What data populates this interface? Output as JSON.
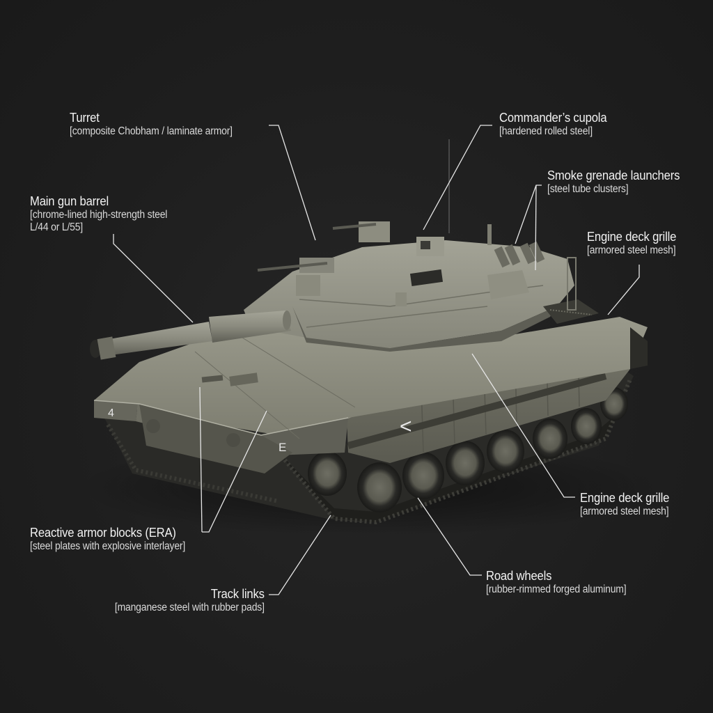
{
  "diagram": {
    "subject": "Main battle tank (Merkava-style) annotated with component materials",
    "background_color": "#1f1f1f",
    "label_color": "#f2f2f2",
    "leader_line_color": "#e6e6e6",
    "hull_color": "#7b7b6e",
    "hull_markings": {
      "left_front_plate": "4",
      "right_front_plate": "E",
      "side_skirt_chevron": "<"
    }
  },
  "callouts": [
    {
      "id": "turret",
      "title": "Turret",
      "sub": "[composite Chobham / laminate armor]"
    },
    {
      "id": "main-gun-barrel",
      "title": "Main gun barrel",
      "sub": "[chrome-lined high-strength steel",
      "sub2": "L/44 or L/55]"
    },
    {
      "id": "commanders-cupola",
      "title": "Commander’s cupola",
      "sub": "[hardened rolled steel]"
    },
    {
      "id": "smoke-grenade-launchers",
      "title": "Smoke grenade launchers",
      "sub": "[steel tube clusters]"
    },
    {
      "id": "engine-deck-grille-top",
      "title": "Engine deck grille",
      "sub": "[armored steel mesh]"
    },
    {
      "id": "engine-deck-grille-side",
      "title": "Engine deck grille",
      "sub": "[armored steel mesh]"
    },
    {
      "id": "reactive-armor",
      "title": "Reactive armor blocks (ERA)",
      "sub": "[steel plates with explosive interlayer]"
    },
    {
      "id": "track-links",
      "title": "Track links",
      "sub": "[manganese steel with rubber pads]"
    },
    {
      "id": "road-wheels",
      "title": "Road wheels",
      "sub": "[rubber-rimmed forged aluminum]"
    }
  ]
}
